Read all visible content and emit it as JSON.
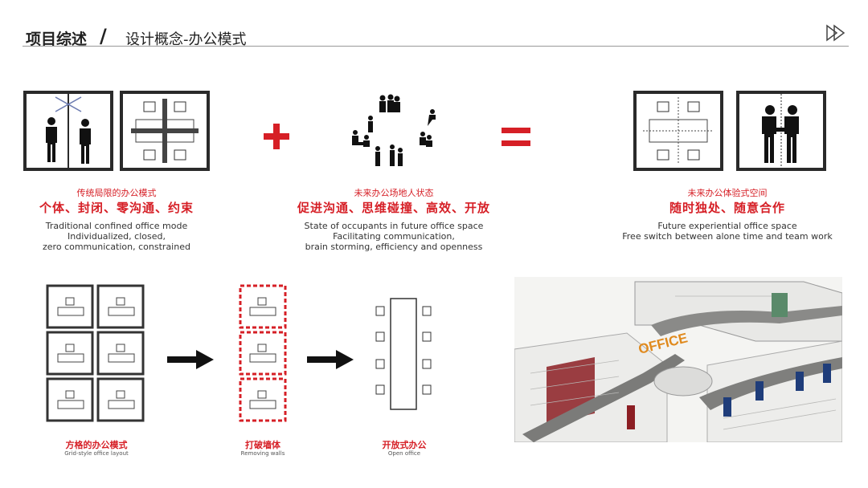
{
  "header": {
    "title": "项目综述",
    "separator": "/",
    "subtitle": "设计概念-办公模式"
  },
  "concepts": {
    "traditional": {
      "label_small": "传统局限的办公模式",
      "label_big": "个体、封闭、零沟通、约束",
      "desc": [
        "Traditional confined office mode",
        "Individualized, closed,",
        "zero communication, constrained"
      ]
    },
    "future_state": {
      "label_small": "未来办公场地人状态",
      "label_big": "促进沟通、思维碰撞、高效、开放",
      "desc": [
        "State of occupants in future office space",
        "Facilitating communication,",
        "brain storming, efficiency and openness"
      ]
    },
    "future_space": {
      "label_small": "未来办公体验式空间",
      "label_big": "随时独处、随意合作",
      "desc": [
        "Future experiential office space",
        "Free switch between alone time and team work"
      ]
    }
  },
  "layouts": {
    "grid": {
      "cn": "方格的办公模式",
      "en": "Grid-style office layout"
    },
    "walls": {
      "cn": "打破墙体",
      "en": "Removing walls"
    },
    "open": {
      "cn": "开放式办公",
      "en": "Open office"
    }
  },
  "rendering": {
    "sign": "OFFICE"
  },
  "colors": {
    "accent": "#d61f26",
    "frame": "#2a2a2a"
  },
  "icons": {
    "nav": "double-chevron-right-icon",
    "plus": "plus-icon",
    "equals": "equals-icon",
    "arrow": "arrow-right-icon"
  }
}
